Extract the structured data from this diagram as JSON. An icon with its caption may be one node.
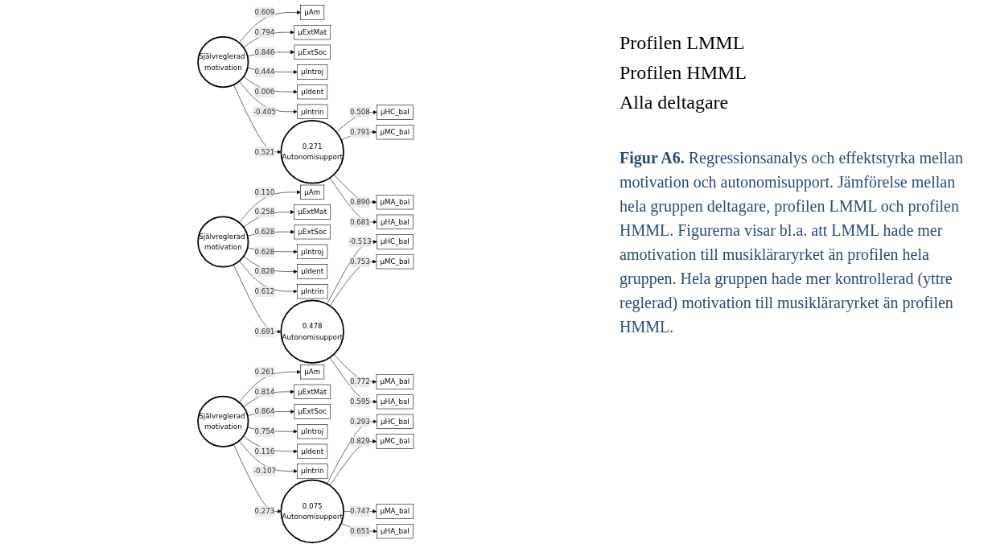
{
  "diagram": {
    "caption": "**Figur A6.** Regressionsanalys och effektstyrka mellan motivation och autonomisupport. Jämförelse mellan hela gruppen deltagare, profilen LMML och profilen HMML. Figurerna visar bl.a. att LMML hade mer amotivation till musikläraryrket än profilen hela gruppen. Hela gruppen hade mer kontrollerad (yttre reglerad) motivation till musikläraryrket än profilen HMML.",
    "nodes": [
      {
        "text": [
          "µAm"
        ]
      },
      {
        "text": [
          "µExtMat"
        ]
      },
      {
        "text": [
          "µExtSoc"
        ]
      },
      {
        "text": [
          "µIntroj"
        ]
      },
      {
        "text": [
          "µIdent"
        ]
      },
      {
        "text": [
          "µIntrin"
        ]
      },
      {
        "text": [
          "Självreglerad motivation"
        ]
      },
      {
        "text": [
          "0.271",
          "Autonomisupport"
        ]
      },
      {
        "text": [
          "µHC_bal"
        ]
      },
      {
        "text": [
          "µMC_bal"
        ]
      },
      {
        "text": [
          "µMA_bal"
        ]
      },
      {
        "text": [
          "µHA_bal"
        ]
      },
      {
        "text": [
          "µAm"
        ]
      },
      {
        "text": [
          "µExtMat"
        ]
      },
      {
        "text": [
          "µExtSoc"
        ]
      },
      {
        "text": [
          "µIntroj"
        ]
      },
      {
        "text": [
          "µIdent"
        ]
      },
      {
        "text": [
          "µIntrin"
        ]
      },
      {
        "text": [
          "Självreglerad motivation"
        ]
      },
      {
        "text": [
          "0.478",
          "Autonomisupport"
        ]
      },
      {
        "text": [
          "µHC_bal"
        ]
      },
      {
        "text": [
          "µMC_bal"
        ]
      },
      {
        "text": [
          "µMA_bal"
        ]
      },
      {
        "text": [
          "µHA_bal"
        ]
      },
      {
        "text": [
          "µAm"
        ]
      },
      {
        "text": [
          "µExtMat"
        ]
      },
      {
        "text": [
          "µExtSoc"
        ]
      },
      {
        "text": [
          "µIntroj"
        ]
      },
      {
        "text": [
          "µIdent"
        ]
      },
      {
        "text": [
          "µIntrin"
        ]
      },
      {
        "text": [
          "Självreglerad motivation"
        ]
      },
      {
        "text": [
          "0.075",
          "Autonomisupport"
        ]
      },
      {
        "text": [
          "µHC_bal"
        ]
      },
      {
        "text": [
          "µMC_bal"
        ]
      },
      {
        "text": [
          "µMA_bal"
        ]
      },
      {
        "text": [
          "µHA_bal"
        ]
      }
    ],
    "edges": [
      {
        "from": 6,
        "to": 0,
        "arrow": "to",
        "label": "0.609"
      },
      {
        "from": 6,
        "to": 1,
        "arrow": "to",
        "label": "0.794"
      },
      {
        "from": 6,
        "to": 2,
        "arrow": "to",
        "label": "0.846"
      },
      {
        "from": 6,
        "to": 3,
        "arrow": "to",
        "label": "0.444"
      },
      {
        "from": 6,
        "to": 4,
        "arrow": "to",
        "label": "0.006"
      },
      {
        "from": 6,
        "to": 5,
        "arrow": "to",
        "label": "-0.405"
      },
      {
        "from": 6,
        "to": 7,
        "arrow": "to",
        "label": "0.521"
      },
      {
        "from": 7,
        "to": 8,
        "arrow": "to",
        "label": "0.508"
      },
      {
        "from": 7,
        "to": 9,
        "arrow": "to",
        "label": "0.791"
      },
      {
        "from": 7,
        "to": 10,
        "arrow": "to",
        "label": "0.890"
      },
      {
        "from": 7,
        "to": 11,
        "arrow": "to",
        "label": "0.681"
      },
      {
        "from": 18,
        "to": 12,
        "arrow": "to",
        "label": "0.110"
      },
      {
        "from": 18,
        "to": 13,
        "arrow": "to",
        "label": "0.258"
      },
      {
        "from": 18,
        "to": 14,
        "arrow": "to",
        "label": "0.628"
      },
      {
        "from": 18,
        "to": 15,
        "arrow": "to",
        "label": "0.628"
      },
      {
        "from": 18,
        "to": 16,
        "arrow": "to",
        "label": "0.828"
      },
      {
        "from": 18,
        "to": 17,
        "arrow": "to",
        "label": "0.612"
      },
      {
        "from": 18,
        "to": 19,
        "arrow": "to",
        "label": "0.691"
      },
      {
        "from": 19,
        "to": 20,
        "arrow": "to",
        "label": "-0.513"
      },
      {
        "from": 19,
        "to": 21,
        "arrow": "to",
        "label": "0.753"
      },
      {
        "from": 19,
        "to": 22,
        "arrow": "to",
        "label": "0.772"
      },
      {
        "from": 19,
        "to": 23,
        "arrow": "to",
        "label": "0.595"
      },
      {
        "from": 30,
        "to": 24,
        "arrow": "to",
        "label": "0.261"
      },
      {
        "from": 30,
        "to": 25,
        "arrow": "to",
        "label": "0.814"
      },
      {
        "from": 30,
        "to": 26,
        "arrow": "to",
        "label": "0.864"
      },
      {
        "from": 30,
        "to": 27,
        "arrow": "to",
        "label": "0.754"
      },
      {
        "from": 30,
        "to": 28,
        "arrow": "to",
        "label": "0.116"
      },
      {
        "from": 30,
        "to": 29,
        "arrow": "to",
        "label": "-0.107"
      },
      {
        "from": 30,
        "to": 31,
        "arrow": "to",
        "label": "0.273"
      },
      {
        "from": 31,
        "to": 32,
        "arrow": "to",
        "label": "0.293"
      },
      {
        "from": 31,
        "to": 33,
        "arrow": "to",
        "label": "0.829"
      },
      {
        "from": 31,
        "to": 34,
        "arrow": "to",
        "label": "0.747"
      },
      {
        "from": 31,
        "to": 35,
        "arrow": "to",
        "label": "0.651"
      }
    ],
    "labels": [
      "Profilen LMML",
      "Profilen HMML",
      "Alla deltagare"
    ]
  }
}
